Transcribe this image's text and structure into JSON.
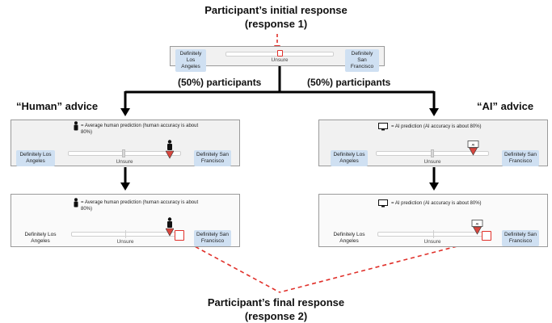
{
  "top_heading": {
    "line1": "Participant’s initial response",
    "line2": "(response 1)"
  },
  "bottom_heading": {
    "line1": "Participant’s final response",
    "line2": "(response 2)"
  },
  "split": {
    "left": "(50%) participants",
    "right": "(50%) participants"
  },
  "conditions": {
    "human": "“Human” advice",
    "ai": "“AI” advice"
  },
  "slider": {
    "left": "Definitely Los Angeles",
    "right": "Definitely San Francisco",
    "middle": "Unsure"
  },
  "legend": {
    "human": "= Average human prediction (human accuracy is about 80%)",
    "ai": "= AI prediction (AI accuracy is about 80%)",
    "ai_badge": "AI"
  },
  "colors": {
    "dash": "#e0302a",
    "chip": "#cfe0f2",
    "panel": "#f1f1f1"
  }
}
